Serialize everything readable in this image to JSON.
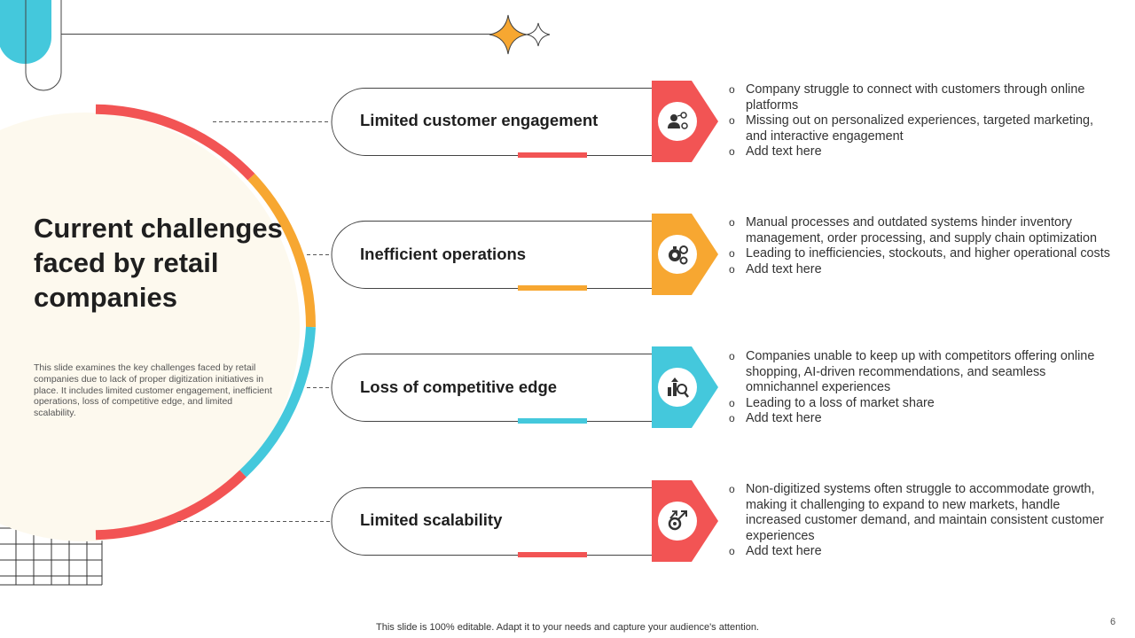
{
  "slide": {
    "title": "Current challenges faced by retail companies",
    "description": "This slide examines the key challenges faced by retail companies due to lack of proper digitization initiatives in place. It includes limited customer engagement, inefficient operations, loss of competitive edge, and limited scalability.",
    "footer": "This slide is 100% editable. Adapt it to your needs and capture your audience's attention.",
    "page_number": "6"
  },
  "colors": {
    "red": "#f25454",
    "orange": "#f7a731",
    "teal": "#44c8dc",
    "cream": "#fdf9ee",
    "outline": "#444444"
  },
  "challenges": [
    {
      "title": "Limited customer engagement",
      "icon": "customer-engagement-icon",
      "color": "#f25454",
      "bullets": [
        "Company struggle to connect with customers through online platforms",
        "Missing out on personalized experiences, targeted marketing, and interactive engagement",
        "Add text here"
      ]
    },
    {
      "title": "Inefficient operations",
      "icon": "stopwatch-gears-icon",
      "color": "#f7a731",
      "bullets": [
        "Manual processes and outdated systems hinder inventory management, order processing, and supply chain optimization",
        "Leading to inefficiencies, stockouts, and higher operational costs",
        "Add text here"
      ]
    },
    {
      "title": "Loss of competitive edge",
      "icon": "competition-analysis-icon",
      "color": "#44c8dc",
      "bullets": [
        "Companies unable to keep up with competitors offering online shopping, AI-driven recommendations, and seamless omnichannel experiences",
        "Leading to a loss of market share",
        "Add text here"
      ]
    },
    {
      "title": "Limited scalability",
      "icon": "growth-arrows-icon",
      "color": "#f25454",
      "bullets": [
        "Non-digitized systems often struggle to accommodate growth, making it challenging to expand to new markets, handle increased customer demand, and maintain consistent customer experiences",
        "Add text here"
      ]
    }
  ]
}
